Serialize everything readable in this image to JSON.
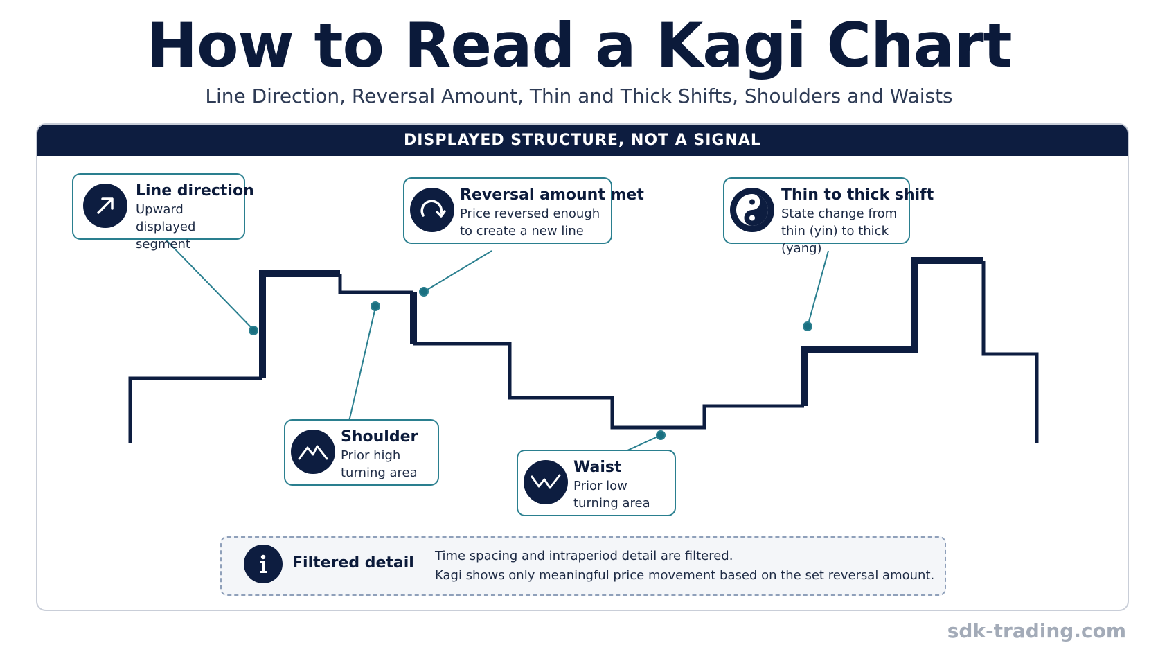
{
  "title": "How to Read a Kagi Chart",
  "subtitle": "Line Direction, Reversal Amount, Thin and Thick Shifts, Shoulders and Waists",
  "panel_header": "DISPLAYED STRUCTURE, NOT A SIGNAL",
  "callouts": [
    {
      "title": "Line direction",
      "desc": "Upward displayed segment",
      "icon": "arrow-up-right-icon"
    },
    {
      "title": "Reversal amount met",
      "desc": "Price reversed enough to create a new line",
      "icon": "reversal-arrow-icon"
    },
    {
      "title": "Thin to thick shift",
      "desc": "State change from thin (yin) to thick (yang)",
      "icon": "yin-yang-icon"
    },
    {
      "title": "Shoulder",
      "desc": "Prior high turning area",
      "icon": "mountain-peak-icon"
    },
    {
      "title": "Waist",
      "desc": "Prior low turning area",
      "icon": "zigzag-icon"
    }
  ],
  "note": {
    "title": "Filtered detail",
    "line1": "Time spacing and intraperiod detail are filtered.",
    "line2": "Kagi shows only meaningful price movement based on the set reversal amount.",
    "icon": "info-icon"
  },
  "brand": "sdk-trading.com",
  "colors": {
    "navy": "#0d1d40",
    "teal": "#2a7f8f",
    "muted": "#a3abb8"
  }
}
